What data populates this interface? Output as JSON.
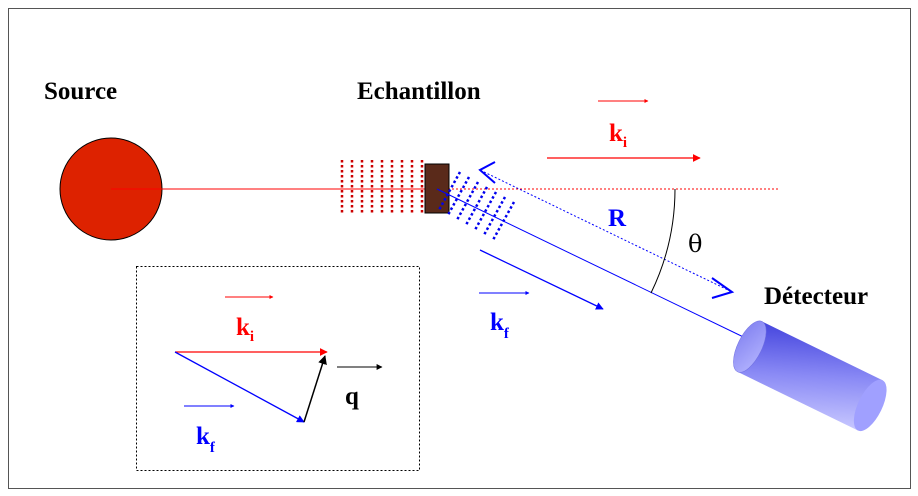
{
  "labels": {
    "source": "Source",
    "sample": "Echantillon",
    "detector": "Détecteur",
    "radius": "R",
    "angle": "θ",
    "ki_main": "k",
    "ki_main_sub": "i",
    "kf_main": "k",
    "kf_main_sub": "f",
    "ki_inset": "k",
    "ki_inset_sub": "i",
    "kf_inset": "k",
    "kf_inset_sub": "f",
    "q_inset": "q"
  },
  "colors": {
    "incident": "#ff0000",
    "scattered": "#0000ff",
    "source_fill": "#dd2200",
    "sample_fill": "#5a2a1a",
    "detector": "#6a6aee",
    "frame": "#555555",
    "text": "#000000"
  }
}
